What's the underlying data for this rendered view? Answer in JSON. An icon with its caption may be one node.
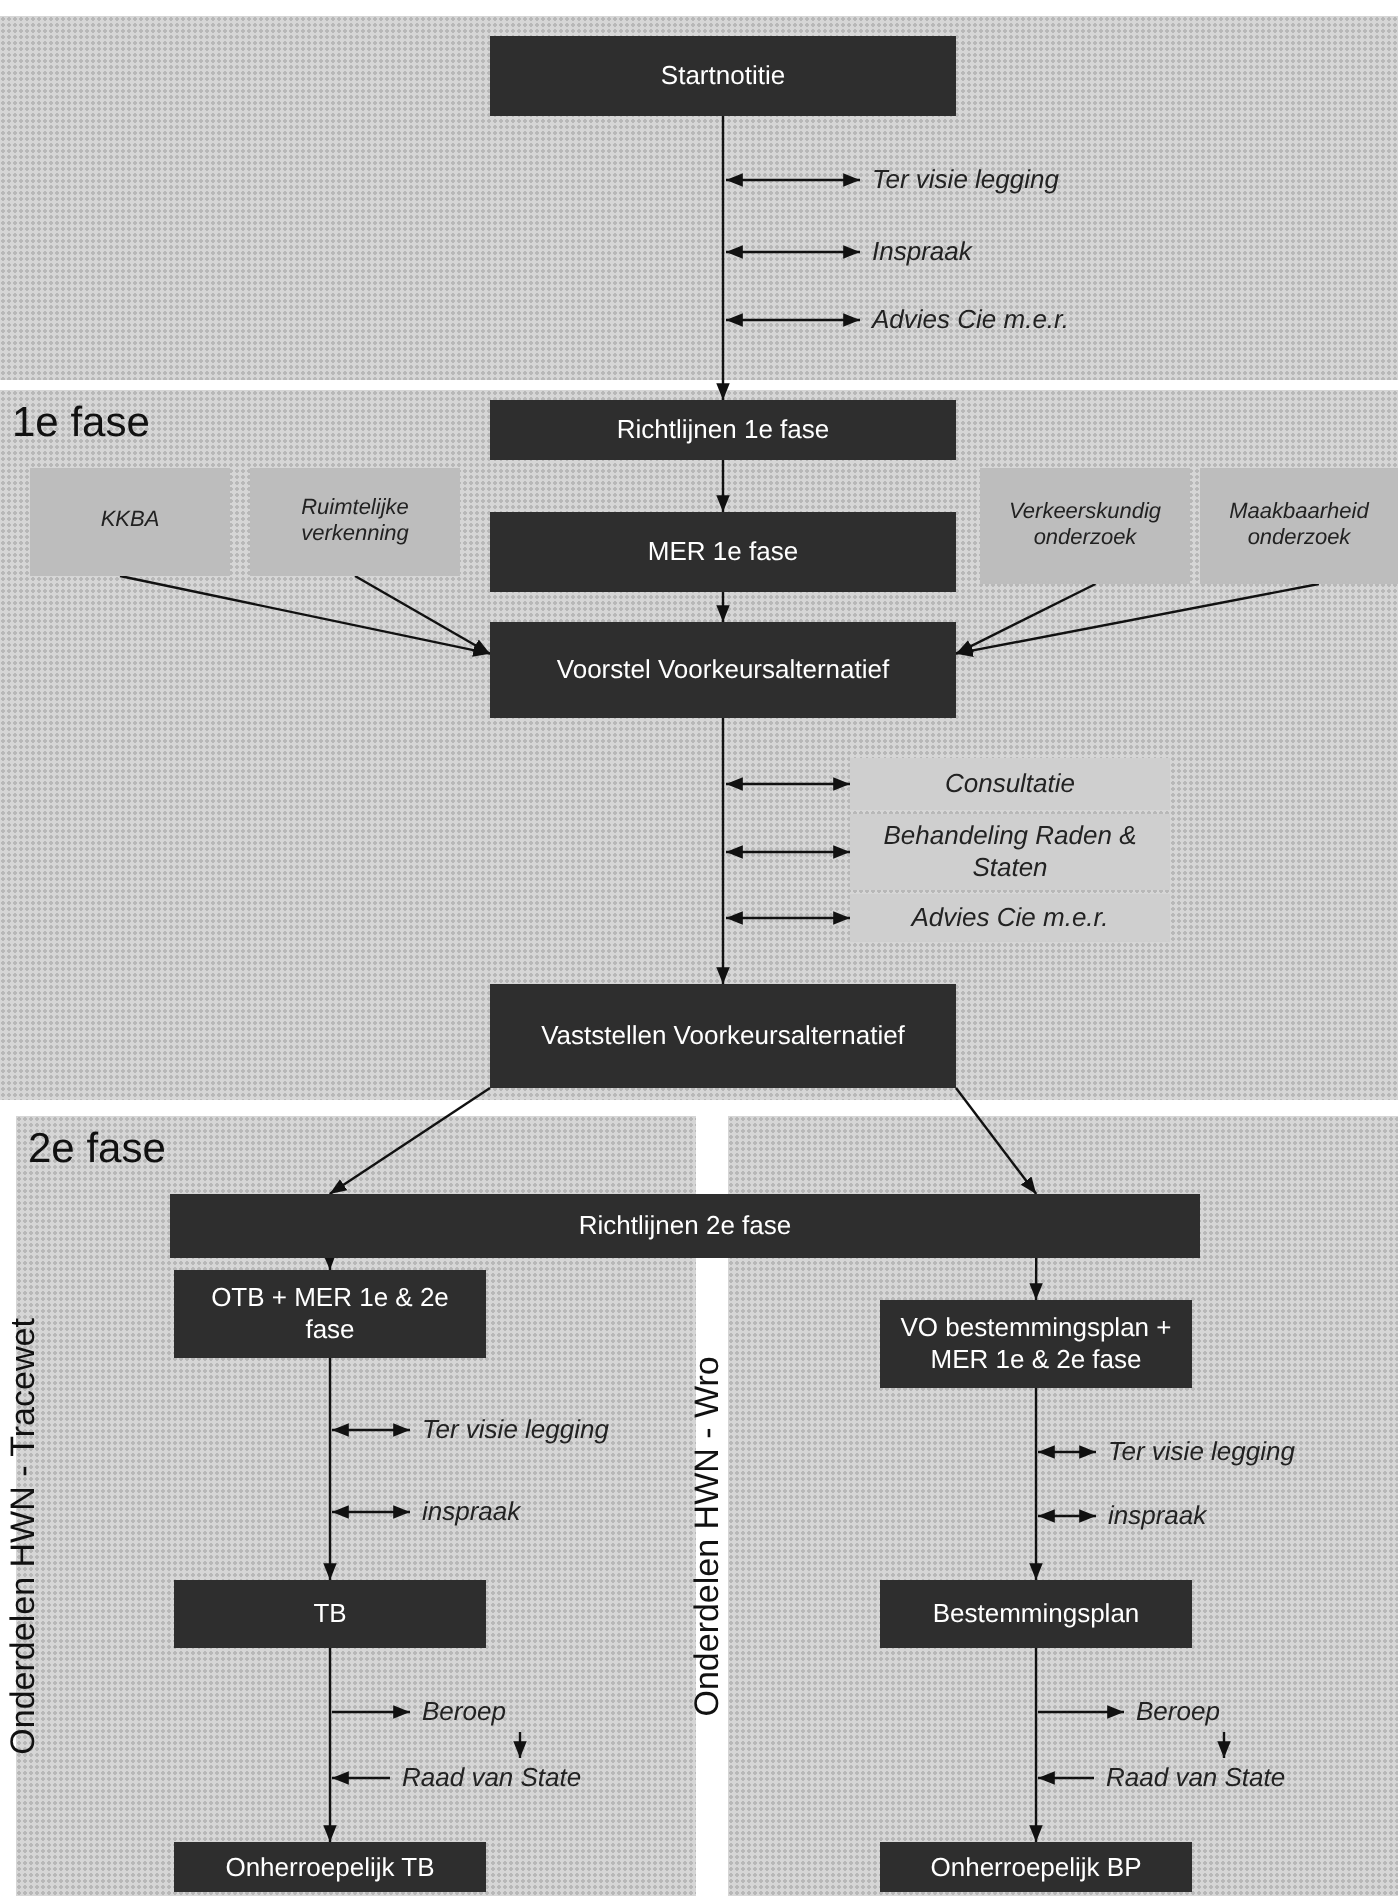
{
  "diagram": {
    "nodes": [
      {
        "text": [
          "Startnotitie"
        ]
      },
      {
        "text": [
          "Ter visie legging"
        ]
      },
      {
        "text": [
          "Inspraak"
        ]
      },
      {
        "text": [
          "Advies Cie m.e.r."
        ]
      },
      {
        "text": [
          "1e fase"
        ]
      },
      {
        "text": [
          "Richtlijnen 1e fase"
        ],
        "in": 4
      },
      {
        "text": [
          "KKBA"
        ],
        "in": 4
      },
      {
        "text": [
          "Ruimtelijke verkenning"
        ],
        "in": 4
      },
      {
        "text": [
          "MER 1e fase"
        ],
        "in": 4
      },
      {
        "text": [
          "Verkeerskundig onderzoek"
        ],
        "in": 4
      },
      {
        "text": [
          "Maakbaarheid onderzoek"
        ],
        "in": 4
      },
      {
        "text": [
          "Voorstel Voorkeursalternatief"
        ],
        "in": 4
      },
      {
        "text": [
          "Consultatie"
        ],
        "in": 4
      },
      {
        "text": [
          "Behandeling Raden & Staten"
        ],
        "in": 4
      },
      {
        "text": [
          "Advies Cie m.e.r."
        ],
        "in": 4
      },
      {
        "text": [
          "Vaststellen Voorkeursalternatief"
        ],
        "in": 4
      },
      {
        "text": [
          "2e fase",
          "Onderdelen HWN - Tracewet"
        ]
      },
      {
        "text": [
          "Onderdelen HWN - Wro"
        ]
      },
      {
        "text": [
          "Richtlijnen 2e fase"
        ]
      },
      {
        "text": [
          "OTB + MER 1e & 2e fase"
        ],
        "in": 16
      },
      {
        "text": [
          "Ter visie legging"
        ],
        "in": 16
      },
      {
        "text": [
          "inspraak"
        ],
        "in": 16
      },
      {
        "text": [
          "TB"
        ],
        "in": 16
      },
      {
        "text": [
          "Beroep"
        ],
        "in": 16
      },
      {
        "text": [
          "Raad van State"
        ],
        "in": 16
      },
      {
        "text": [
          "Onherroepelijk TB"
        ],
        "in": 16
      },
      {
        "text": [
          "VO bestemmingsplan + MER 1e & 2e fase"
        ],
        "in": 17
      },
      {
        "text": [
          "Ter visie legging"
        ],
        "in": 17
      },
      {
        "text": [
          "inspraak"
        ],
        "in": 17
      },
      {
        "text": [
          "Bestemmingsplan"
        ],
        "in": 17
      },
      {
        "text": [
          "Beroep"
        ],
        "in": 17
      },
      {
        "text": [
          "Raad van State"
        ],
        "in": 17
      },
      {
        "text": [
          "Onherroepelijk BP"
        ],
        "in": 17
      }
    ],
    "edges": [
      {
        "from": 0,
        "to": 5,
        "arrow": "to"
      },
      {
        "from": null,
        "to": 1,
        "arrow": "both"
      },
      {
        "from": null,
        "to": 2,
        "arrow": "both"
      },
      {
        "from": null,
        "to": 3,
        "arrow": "both"
      },
      {
        "from": 5,
        "to": 8,
        "arrow": "to"
      },
      {
        "from": 8,
        "to": 11,
        "arrow": "to"
      },
      {
        "from": 6,
        "to": 11,
        "arrow": "to"
      },
      {
        "from": 7,
        "to": 11,
        "arrow": "to"
      },
      {
        "from": 9,
        "to": 11,
        "arrow": "to"
      },
      {
        "from": 10,
        "to": 11,
        "arrow": "to"
      },
      {
        "from": 11,
        "to": 15,
        "arrow": "to"
      },
      {
        "from": null,
        "to": 12,
        "arrow": "both"
      },
      {
        "from": null,
        "to": 13,
        "arrow": "both"
      },
      {
        "from": null,
        "to": 14,
        "arrow": "both"
      },
      {
        "from": 15,
        "to": 18,
        "arrow": "to"
      },
      {
        "from": 15,
        "to": 18,
        "arrow": "to"
      },
      {
        "from": 18,
        "to": 19,
        "arrow": "to"
      },
      {
        "from": null,
        "to": 20,
        "arrow": "both"
      },
      {
        "from": null,
        "to": 21,
        "arrow": "both"
      },
      {
        "from": 19,
        "to": 22,
        "arrow": "to"
      },
      {
        "from": null,
        "to": 23,
        "arrow": "to"
      },
      {
        "from": 23,
        "to": 24,
        "arrow": "to"
      },
      {
        "from": 24,
        "to": null,
        "arrow": "to"
      },
      {
        "from": 22,
        "to": 25,
        "arrow": "to"
      },
      {
        "from": 18,
        "to": 26,
        "arrow": "to"
      },
      {
        "from": null,
        "to": 27,
        "arrow": "both"
      },
      {
        "from": null,
        "to": 28,
        "arrow": "both"
      },
      {
        "from": 26,
        "to": 29,
        "arrow": "to"
      },
      {
        "from": null,
        "to": 30,
        "arrow": "to"
      },
      {
        "from": 30,
        "to": 31,
        "arrow": "to"
      },
      {
        "from": 31,
        "to": null,
        "arrow": "to"
      },
      {
        "from": 29,
        "to": 32,
        "arrow": "to"
      }
    ]
  }
}
